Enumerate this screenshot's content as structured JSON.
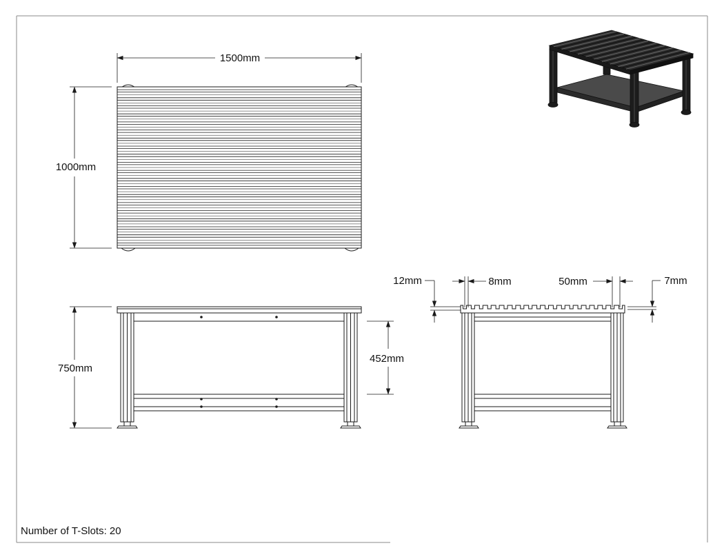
{
  "drawing": {
    "t_slot_note": "Number of T-Slots: 20",
    "t_slot_count": 20
  },
  "dimensions": {
    "top_width": "1500mm",
    "top_depth": "1000mm",
    "height": "750mm",
    "shelf_clearance": "452mm",
    "slot_depth": "12mm",
    "slot_width": "8mm",
    "slot_pitch": "50mm",
    "lip_thickness": "7mm"
  },
  "colors": {
    "line": "#1a1a1a",
    "frame_border": "#888888",
    "iso_dark": "#1c1c1c",
    "iso_shelf": "#4a4a4a"
  }
}
